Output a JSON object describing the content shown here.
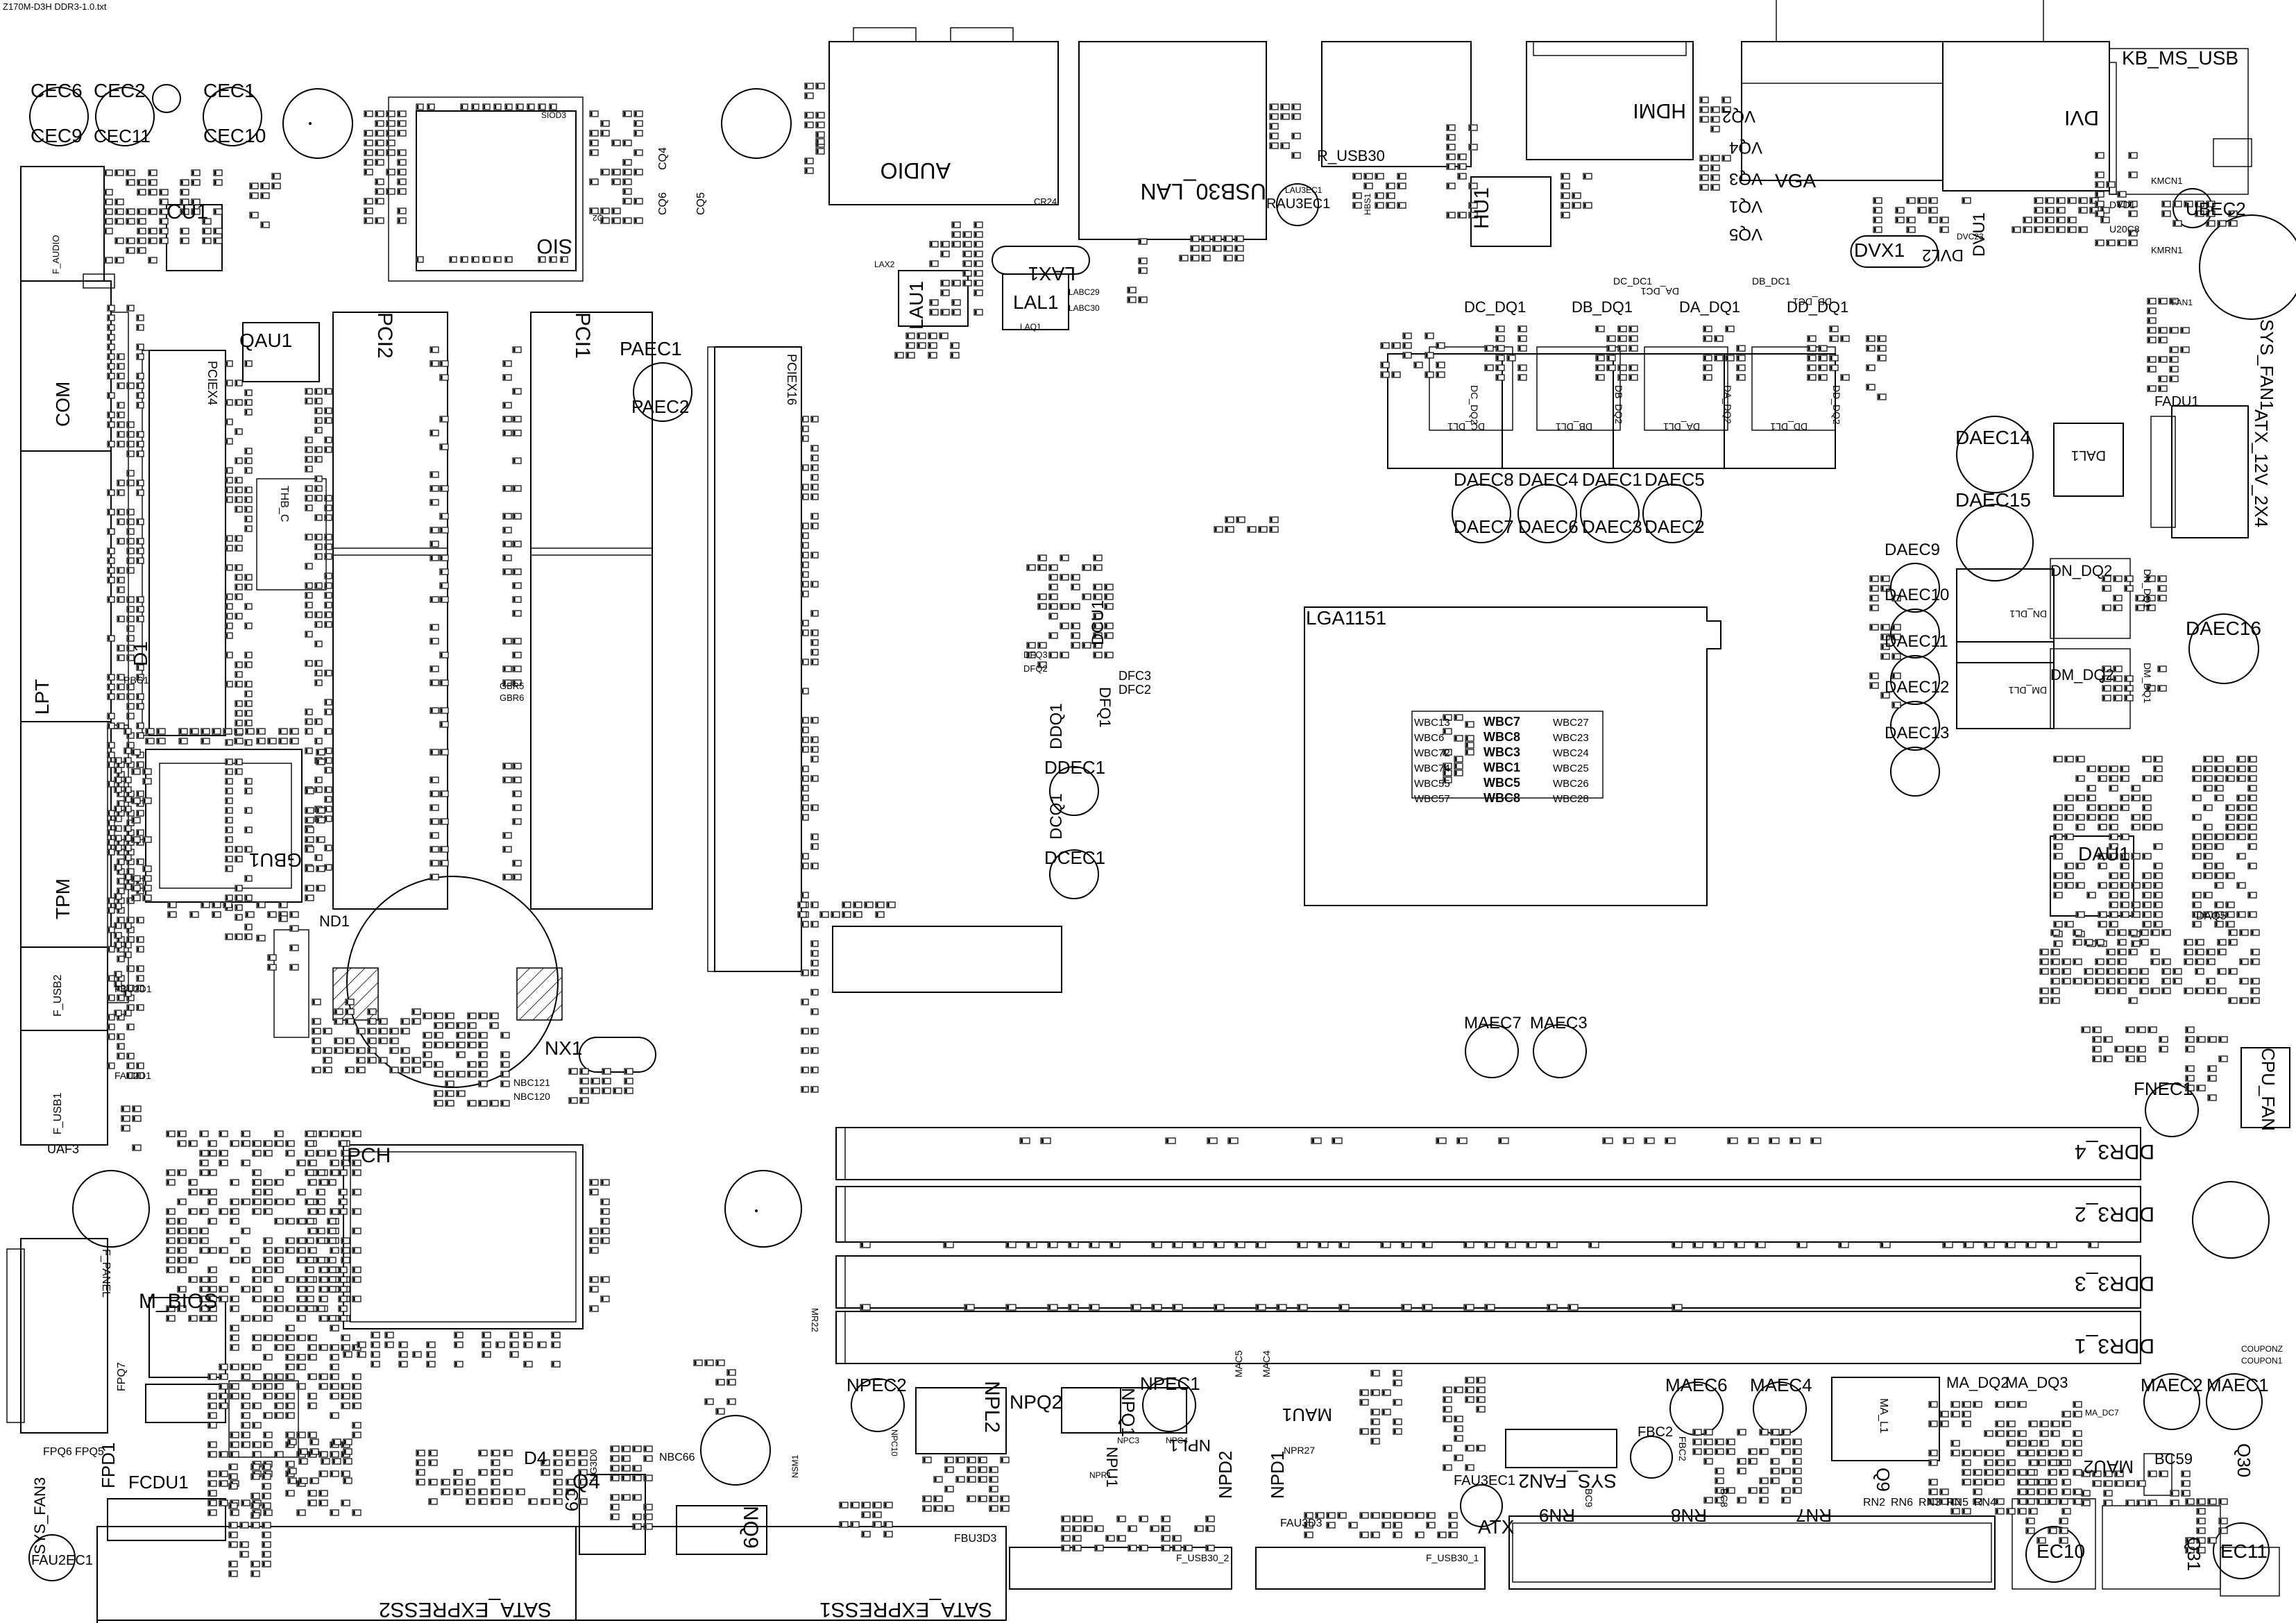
{
  "header": {
    "file_title": "Z170M-D3H DDR3-1.0.txt"
  },
  "colors": {
    "ink": "#000000",
    "paper": "#ffffff"
  },
  "big_labels": [
    {
      "id": "cec6",
      "text": "CEC6"
    },
    {
      "id": "cec2",
      "text": "CEC2"
    },
    {
      "id": "cec1",
      "text": "CEC1"
    },
    {
      "id": "cec9",
      "text": "CEC9"
    },
    {
      "id": "cec11",
      "text": "CEC11"
    },
    {
      "id": "cec10",
      "text": "CEC10"
    },
    {
      "id": "cu1",
      "text": "CU1"
    },
    {
      "id": "qau1",
      "text": "QAU1"
    },
    {
      "id": "pci2",
      "text": "PCI2"
    },
    {
      "id": "pci1",
      "text": "PCI1"
    },
    {
      "id": "paec1",
      "text": "PAEC1"
    },
    {
      "id": "paec2",
      "text": "PAEC2"
    },
    {
      "id": "sio",
      "text": "SIO"
    },
    {
      "id": "audio",
      "text": "AUDIO"
    },
    {
      "id": "usb30-lan",
      "text": "USB30_LAN"
    },
    {
      "id": "r-usb30",
      "text": "R_USB30"
    },
    {
      "id": "rau3ec1",
      "text": "RAU3EC1"
    },
    {
      "id": "hdmi",
      "text": "HDMI"
    },
    {
      "id": "hu1",
      "text": "HU1"
    },
    {
      "id": "vq2",
      "text": "VQ2"
    },
    {
      "id": "vq4",
      "text": "VQ4"
    },
    {
      "id": "vq3",
      "text": "VQ3"
    },
    {
      "id": "vga",
      "text": "VGA"
    },
    {
      "id": "vq1",
      "text": "VQ1"
    },
    {
      "id": "vq5",
      "text": "VQ5"
    },
    {
      "id": "dvi",
      "text": "DVI"
    },
    {
      "id": "dvu1",
      "text": "DVU1"
    },
    {
      "id": "dvx1",
      "text": "DVX1"
    },
    {
      "id": "dvl2",
      "text": "DVL2"
    },
    {
      "id": "kb-ms-usb",
      "text": "KB_MS_USB"
    },
    {
      "id": "ubec2",
      "text": "UBEC2"
    },
    {
      "id": "sys-fan1",
      "text": "SYS_FAN1"
    },
    {
      "id": "atx-12v",
      "text": "ATX_12V_2X4"
    },
    {
      "id": "fadu1",
      "text": "FADU1"
    },
    {
      "id": "dal1",
      "text": "DAL1"
    },
    {
      "id": "daec14",
      "text": "DAEC14"
    },
    {
      "id": "daec15",
      "text": "DAEC15"
    },
    {
      "id": "daec9",
      "text": "DAEC9"
    },
    {
      "id": "daec10",
      "text": "DAEC10"
    },
    {
      "id": "daec11",
      "text": "DAEC11"
    },
    {
      "id": "daec12",
      "text": "DAEC12"
    },
    {
      "id": "daec13",
      "text": "DAEC13"
    },
    {
      "id": "daec16",
      "text": "DAEC16"
    },
    {
      "id": "dn-dq2",
      "text": "DN_DQ2"
    },
    {
      "id": "dm-dq2",
      "text": "DM_DQ2"
    },
    {
      "id": "dau1",
      "text": "DAU1"
    },
    {
      "id": "lax1",
      "text": "LAX1"
    },
    {
      "id": "lal1",
      "text": "LAL1"
    },
    {
      "id": "lau1",
      "text": "LAU1"
    },
    {
      "id": "dc-dq1",
      "text": "DC_DQ1"
    },
    {
      "id": "db-dq1",
      "text": "DB_DQ1"
    },
    {
      "id": "da-dq1",
      "text": "DA_DQ1"
    },
    {
      "id": "dd-dq1",
      "text": "DD_DQ1"
    },
    {
      "id": "daec8",
      "text": "DAEC8"
    },
    {
      "id": "daec4",
      "text": "DAEC4"
    },
    {
      "id": "daec1",
      "text": "DAEC1"
    },
    {
      "id": "daec5",
      "text": "DAEC5"
    },
    {
      "id": "daec7",
      "text": "DAEC7"
    },
    {
      "id": "daec6",
      "text": "DAEC6"
    },
    {
      "id": "daec3",
      "text": "DAEC3"
    },
    {
      "id": "daec2",
      "text": "DAEC2"
    },
    {
      "id": "lga1151",
      "text": "LGA1151"
    },
    {
      "id": "dcu1",
      "text": "DCU1"
    },
    {
      "id": "dfq1",
      "text": "DFQ1"
    },
    {
      "id": "dfc3",
      "text": "DFC3"
    },
    {
      "id": "dfc2",
      "text": "DFC2"
    },
    {
      "id": "ddq1",
      "text": "DDQ1"
    },
    {
      "id": "ddec1",
      "text": "DDEC1"
    },
    {
      "id": "dcq1",
      "text": "DCQ1"
    },
    {
      "id": "dcec1",
      "text": "DCEC1"
    },
    {
      "id": "pciex4",
      "text": "PCIEX4"
    },
    {
      "id": "pciex16",
      "text": "PCIEX16"
    },
    {
      "id": "com",
      "text": "COM"
    },
    {
      "id": "lpt",
      "text": "LPT"
    },
    {
      "id": "tpm",
      "text": "TPM"
    },
    {
      "id": "d1",
      "text": "D1"
    },
    {
      "id": "gbu1",
      "text": "GBU1"
    },
    {
      "id": "nd1",
      "text": "ND1"
    },
    {
      "id": "nx1",
      "text": "NX1"
    },
    {
      "id": "maec7",
      "text": "MAEC7"
    },
    {
      "id": "maec3",
      "text": "MAEC3"
    },
    {
      "id": "fnec1",
      "text": "FNEC1"
    },
    {
      "id": "cpu-fan",
      "text": "CPU_FAN"
    },
    {
      "id": "pch",
      "text": "PCH"
    },
    {
      "id": "ddr3-4",
      "text": "DDR3_4"
    },
    {
      "id": "ddr3-2",
      "text": "DDR3_2"
    },
    {
      "id": "ddr3-3",
      "text": "DDR3_3"
    },
    {
      "id": "ddr3-1",
      "text": "DDR3_1"
    },
    {
      "id": "m-bios",
      "text": "M_BIOS"
    },
    {
      "id": "npec2",
      "text": "NPEC2"
    },
    {
      "id": "npl2",
      "text": "NPL2"
    },
    {
      "id": "npq2",
      "text": "NPQ2"
    },
    {
      "id": "npq1",
      "text": "NPQ1"
    },
    {
      "id": "npec1",
      "text": "NPEC1"
    },
    {
      "id": "npl1",
      "text": "NPL1"
    },
    {
      "id": "mau1",
      "text": "MAU1"
    },
    {
      "id": "npu1",
      "text": "NPU1"
    },
    {
      "id": "npd2",
      "text": "NPD2"
    },
    {
      "id": "npd1",
      "text": "NPD1"
    },
    {
      "id": "maec6",
      "text": "MAEC6"
    },
    {
      "id": "maec4",
      "text": "MAEC4"
    },
    {
      "id": "ma-dq2",
      "text": "MA_DQ2"
    },
    {
      "id": "ma-dq3",
      "text": "MA_DQ3"
    },
    {
      "id": "maec2",
      "text": "MAEC2"
    },
    {
      "id": "maec1",
      "text": "MAEC1"
    },
    {
      "id": "mau2",
      "text": "MAU2"
    },
    {
      "id": "bc59",
      "text": "BC59"
    },
    {
      "id": "q30",
      "text": "Q30"
    },
    {
      "id": "fbc2",
      "text": "FBC2"
    },
    {
      "id": "sys-fan2",
      "text": "SYS_FAN2"
    },
    {
      "id": "fau3ec1",
      "text": "FAU3EC1"
    },
    {
      "id": "rn9",
      "text": "RN9"
    },
    {
      "id": "rn8",
      "text": "RN8"
    },
    {
      "id": "rn7",
      "text": "RN7"
    },
    {
      "id": "q9",
      "text": "Q9"
    },
    {
      "id": "atx",
      "text": "ATX"
    },
    {
      "id": "ec10",
      "text": "EC10"
    },
    {
      "id": "ec11",
      "text": "EC11"
    },
    {
      "id": "q31",
      "text": "Q31"
    },
    {
      "id": "sata-express2",
      "text": "SATA_EXPRESS2"
    },
    {
      "id": "sata-express1",
      "text": "SATA_EXPRESS1"
    },
    {
      "id": "nq9",
      "text": "NQ9"
    },
    {
      "id": "nbc66",
      "text": "NBC66"
    },
    {
      "id": "q4",
      "text": "Q4"
    },
    {
      "id": "c9",
      "text": "C9"
    },
    {
      "id": "d4",
      "text": "D4"
    },
    {
      "id": "fcdu1",
      "text": "FCDU1"
    },
    {
      "id": "fpd1",
      "text": "FPD1"
    },
    {
      "id": "sys-fan3",
      "text": "SYS_FAN3"
    },
    {
      "id": "fau2ec1",
      "text": "FAU2EC1"
    },
    {
      "id": "f-usb30-2",
      "text": "F_USB30_2"
    },
    {
      "id": "f-usb30-1",
      "text": "F_USB30_1"
    },
    {
      "id": "fbu3d3-a",
      "text": "FBU3D3"
    },
    {
      "id": "fau3d3",
      "text": "FAU3D3"
    },
    {
      "id": "f-usb2",
      "text": "F_USB2"
    },
    {
      "id": "f-usb1",
      "text": "F_USB1"
    },
    {
      "id": "uaf3",
      "text": "UAF3"
    },
    {
      "id": "f-panel",
      "text": "F_PANEL"
    },
    {
      "id": "fpq7",
      "text": "FPQ7"
    },
    {
      "id": "fpq5",
      "text": "FPQ5"
    },
    {
      "id": "fpq6",
      "text": "FPQ6"
    },
    {
      "id": "f-audio",
      "text": "F_AUDIO"
    },
    {
      "id": "thb-c",
      "text": "THB_C"
    },
    {
      "id": "cr24",
      "text": "CR24"
    },
    {
      "id": "nbc121",
      "text": "NBC121"
    },
    {
      "id": "nbc120",
      "text": "NBC120"
    },
    {
      "id": "fbu2d1",
      "text": "FBU2D1"
    },
    {
      "id": "fau2d1",
      "text": "FAU2D1"
    },
    {
      "id": "pbc1",
      "text": "PBC1"
    },
    {
      "id": "gbr5",
      "text": "GBR5"
    },
    {
      "id": "gbr6",
      "text": "GBR6"
    },
    {
      "id": "couponz",
      "text": "COUPONZ"
    },
    {
      "id": "coupon1",
      "text": "COUPON1"
    },
    {
      "id": "u20c8",
      "text": "U20C8"
    },
    {
      "id": "dvd1",
      "text": "DVD1"
    },
    {
      "id": "dvc23",
      "text": "DVC23"
    },
    {
      "id": "kmcn1",
      "text": "KMCN1"
    },
    {
      "id": "kmrn1",
      "text": "KMRN1"
    },
    {
      "id": "dc-dl1",
      "text": "DC_DL1"
    },
    {
      "id": "db-dl1",
      "text": "DB_DL1"
    },
    {
      "id": "da-dl1",
      "text": "DA_DL1"
    },
    {
      "id": "dd-dl1",
      "text": "DD_DL1"
    },
    {
      "id": "dn-dl1",
      "text": "DN_DL1"
    },
    {
      "id": "dm-dl1",
      "text": "DM_DL1"
    },
    {
      "id": "dc-dc1",
      "text": "DC_DC1"
    },
    {
      "id": "da-dc1",
      "text": "DA_DC1"
    },
    {
      "id": "db-dc1",
      "text": "DB_DC1"
    },
    {
      "id": "dd-dc1",
      "text": "DD_DC1"
    },
    {
      "id": "dc-dq2",
      "text": "DC_DQ2"
    },
    {
      "id": "db-dq2",
      "text": "DB_DQ2"
    },
    {
      "id": "da-dq2",
      "text": "DA_DQ2"
    },
    {
      "id": "dd-dq2",
      "text": "DD_DQ2"
    },
    {
      "id": "dn-dq1",
      "text": "DN_DQ1"
    },
    {
      "id": "dm-dq1",
      "text": "DM_DQ1"
    },
    {
      "id": "daq5",
      "text": "DAQ5"
    },
    {
      "id": "ma-dc7",
      "text": "MA_DC7"
    },
    {
      "id": "ma-l1",
      "text": "MA_L1"
    },
    {
      "id": "mac5",
      "text": "MAC5"
    },
    {
      "id": "mac4",
      "text": "MAC4"
    },
    {
      "id": "npr27",
      "text": "NPR27"
    },
    {
      "id": "npr1",
      "text": "NPR1"
    },
    {
      "id": "npc3",
      "text": "NPC3"
    },
    {
      "id": "npc4",
      "text": "NPC4"
    },
    {
      "id": "npc10",
      "text": "NPC10"
    },
    {
      "id": "rn2",
      "text": "RN2"
    },
    {
      "id": "rn6",
      "text": "RN6"
    },
    {
      "id": "rn3",
      "text": "RN3"
    },
    {
      "id": "rn5",
      "text": "RN5"
    },
    {
      "id": "rn4",
      "text": "RN4"
    },
    {
      "id": "bc8",
      "text": "BC8"
    },
    {
      "id": "bc9",
      "text": "BC9"
    },
    {
      "id": "fbc2-small",
      "text": "FBC2"
    },
    {
      "id": "dfq3",
      "text": "DFQ3"
    },
    {
      "id": "dfq2",
      "text": "DFQ2"
    },
    {
      "id": "lax2",
      "text": "LAX2"
    },
    {
      "id": "labc29",
      "text": "LABC29"
    },
    {
      "id": "labc30",
      "text": "LABC30"
    },
    {
      "id": "laq1",
      "text": "LAQ1"
    },
    {
      "id": "lau3ec1",
      "text": "LAU3EC1"
    },
    {
      "id": "hbs1",
      "text": "HBS1"
    },
    {
      "id": "sio-d3",
      "text": "SIOD3"
    },
    {
      "id": "mr22",
      "text": "MR22"
    },
    {
      "id": "ug3d0",
      "text": "UG3D0"
    },
    {
      "id": "nsmt",
      "text": "NSM1"
    },
    {
      "id": "q2",
      "text": "Q2"
    },
    {
      "id": "cq4",
      "text": "CQ4"
    },
    {
      "id": "cq6",
      "text": "CQ6"
    },
    {
      "id": "cq5",
      "text": "CQ5"
    },
    {
      "id": "fanu1",
      "text": "FAN1"
    }
  ],
  "cpu_caps": [
    "WBC13",
    "WBC7",
    "WBC27",
    "WBC6",
    "WBC8",
    "WBC23",
    "WBC72",
    "WBC3",
    "WBC24",
    "WBC74",
    "WBC1",
    "WBC25",
    "WBC55",
    "WBC5",
    "WBC26",
    "WBC57",
    "WBC8",
    "WBC28"
  ]
}
